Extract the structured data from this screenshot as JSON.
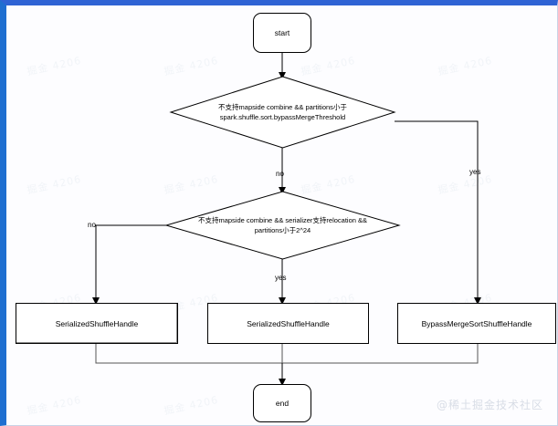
{
  "page": {
    "watermark_corner": "@稀土掘金技术社区",
    "watermark_tile": "掘金 4206",
    "accent_left": "#1f6fd0",
    "accent_top_start": "#1565d8",
    "accent_top_end": "#6f62e8",
    "canvas_bg": "#fdfdff",
    "stroke": "#000000"
  },
  "flowchart": {
    "type": "flowchart",
    "nodes": {
      "start": {
        "label": "start",
        "shape": "terminator"
      },
      "decision1": {
        "label": "不支持mapside combine &&  partitions小于 spark.shuffle.sort.bypassMergeThreshold",
        "line1": "不支持mapside combine &&  partitions小于",
        "line2": "spark.shuffle.sort.bypassMergeThreshold",
        "shape": "diamond"
      },
      "decision2": {
        "label": "不支持mapside combine &&  serializer支持relocation && partitions小于2^24",
        "line1": "不支持mapside combine &&  serializer支持relocation &&",
        "line2": "partitions小于2^24",
        "shape": "diamond"
      },
      "handle_left": {
        "label": "SerializedShuffleHandle",
        "shape": "process"
      },
      "handle_mid": {
        "label": "SerializedShuffleHandle",
        "shape": "process"
      },
      "handle_right": {
        "label": "BypassMergeSortShuffleHandle",
        "shape": "process"
      },
      "end": {
        "label": "end",
        "shape": "terminator"
      }
    },
    "edges": [
      {
        "from": "start",
        "to": "decision1",
        "label": ""
      },
      {
        "from": "decision1",
        "to": "decision2",
        "label": "no"
      },
      {
        "from": "decision1",
        "to": "handle_right",
        "label": "yes"
      },
      {
        "from": "decision2",
        "to": "handle_left",
        "label": "no"
      },
      {
        "from": "decision2",
        "to": "handle_mid",
        "label": "yes"
      },
      {
        "from": "handle_left",
        "to": "end",
        "label": ""
      },
      {
        "from": "handle_mid",
        "to": "end",
        "label": ""
      },
      {
        "from": "handle_right",
        "to": "end",
        "label": ""
      }
    ],
    "edge_labels": {
      "d1_no": "no",
      "d1_yes": "yes",
      "d2_no": "no",
      "d2_yes": "yes"
    }
  }
}
